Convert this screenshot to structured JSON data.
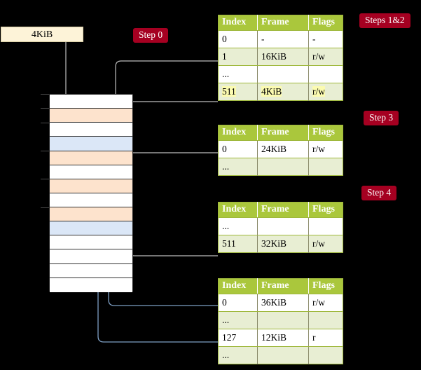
{
  "diagram": {
    "title_badges": [
      {
        "id": "step0",
        "label": "Step 0"
      },
      {
        "id": "steps12",
        "label": "Steps 1&2"
      },
      {
        "id": "step3",
        "label": "Step 3"
      },
      {
        "id": "step4",
        "label": "Step 4"
      }
    ],
    "virtual_page": {
      "label": "4KiB"
    },
    "table_headers": {
      "index": "Index",
      "frame": "Frame",
      "flags": "Flags"
    },
    "tables": [
      {
        "id": "level4-table",
        "rows": [
          {
            "index": "0",
            "frame": "-",
            "flags": "-",
            "style": "plain"
          },
          {
            "index": "1",
            "frame": "16KiB",
            "flags": "r/w",
            "style": "alt"
          },
          {
            "index": "...",
            "frame": "",
            "flags": "",
            "style": "plain"
          },
          {
            "index": "511",
            "frame": "4KiB",
            "flags": "r/w",
            "style": "hl"
          }
        ]
      },
      {
        "id": "level3-table",
        "rows": [
          {
            "index": "0",
            "frame": "24KiB",
            "flags": "r/w",
            "style": "plain"
          },
          {
            "index": "...",
            "frame": "",
            "flags": "",
            "style": "alt"
          }
        ]
      },
      {
        "id": "level2-table",
        "rows": [
          {
            "index": "...",
            "frame": "",
            "flags": "",
            "style": "plain"
          },
          {
            "index": "511",
            "frame": "32KiB",
            "flags": "r/w",
            "style": "alt"
          }
        ]
      },
      {
        "id": "level1-table",
        "rows": [
          {
            "index": "0",
            "frame": "36KiB",
            "flags": "r/w",
            "style": "plain"
          },
          {
            "index": "...",
            "frame": "",
            "flags": "",
            "style": "alt"
          },
          {
            "index": "127",
            "frame": "12KiB",
            "flags": "r",
            "style": "plain"
          },
          {
            "index": "...",
            "frame": "",
            "flags": "",
            "style": "alt"
          }
        ]
      }
    ],
    "physical_memory": {
      "rows": [
        {
          "fill": "white"
        },
        {
          "fill": "orange"
        },
        {
          "fill": "white"
        },
        {
          "fill": "blue"
        },
        {
          "fill": "orange"
        },
        {
          "fill": "white"
        },
        {
          "fill": "orange"
        },
        {
          "fill": "white"
        },
        {
          "fill": "orange"
        },
        {
          "fill": "blue"
        },
        {
          "fill": "white"
        },
        {
          "fill": "white"
        },
        {
          "fill": "white"
        },
        {
          "fill": "white"
        }
      ]
    },
    "colors": {
      "background": "#000000",
      "badge": "#a50021",
      "table_header": "#aac73c",
      "table_alt_row": "#e8eed3",
      "highlight": "#fbfbb0",
      "frame_orange": "#fde3cd",
      "frame_blue": "#dbe7f7",
      "wire_gray": "#bdbdbd",
      "wire_blue": "#7e9fc4",
      "vpage_fill": "#fdf3d8"
    }
  }
}
